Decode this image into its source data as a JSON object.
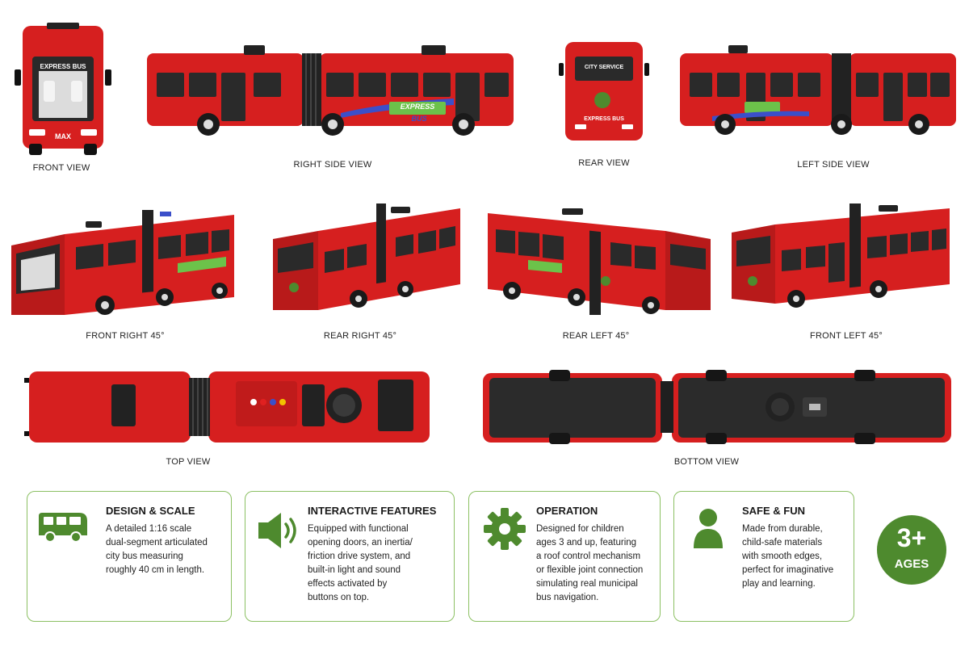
{
  "colors": {
    "bus_red": "#d61f1f",
    "bus_dark_red": "#a81414",
    "window": "#2a2a2a",
    "tire": "#1a1a1a",
    "accent_green": "#4e8a2e",
    "card_border": "#8cc063"
  },
  "bus_text": {
    "front_sign": "EXPRESS BUS",
    "front_plate": "MAX",
    "side_logo_top": "EXPRESS",
    "side_logo_bottom": "BUS",
    "rear_sign": "CITY SERVICE",
    "rear_label": "EXPRESS BUS"
  },
  "views": {
    "front": "FRONT VIEW",
    "right_side": "RIGHT SIDE VIEW",
    "rear": "REAR VIEW",
    "left_side": "LEFT SIDE VIEW",
    "front_right_45": "FRONT RIGHT 45°",
    "rear_right_45": "REAR RIGHT 45°",
    "rear_left_45": "REAR LEFT 45°",
    "front_left_45": "FRONT LEFT 45°",
    "top": "TOP VIEW",
    "bottom": "BOTTOM VIEW"
  },
  "features": [
    {
      "icon": "bus-icon",
      "title": "DESIGN & SCALE",
      "lines": [
        "A detailed 1:16 scale",
        "dual-segment articulated",
        "city bus measuring",
        "roughly 40 cm in length."
      ]
    },
    {
      "icon": "speaker-icon",
      "title": "INTERACTIVE FEATURES",
      "lines": [
        "Equipped with functional",
        "opening doors, an inertia/",
        "friction drive system, and",
        "built-in light and sound",
        "effects activated by",
        "buttons on top."
      ]
    },
    {
      "icon": "gear-icon",
      "title": "OPERATION",
      "lines": [
        "Designed for children",
        "ages 3 and up, featuring",
        "a roof control mechanism",
        "or flexible joint connection",
        "simulating real municipal",
        "bus navigation."
      ]
    },
    {
      "icon": "person-icon",
      "title": "SAFE & FUN",
      "lines": [
        "Made from durable,",
        "child-safe materials",
        "with smooth edges,",
        "perfect for imaginative",
        "play and learning."
      ]
    }
  ],
  "age_badge": {
    "value": "3+",
    "label": "AGES"
  }
}
